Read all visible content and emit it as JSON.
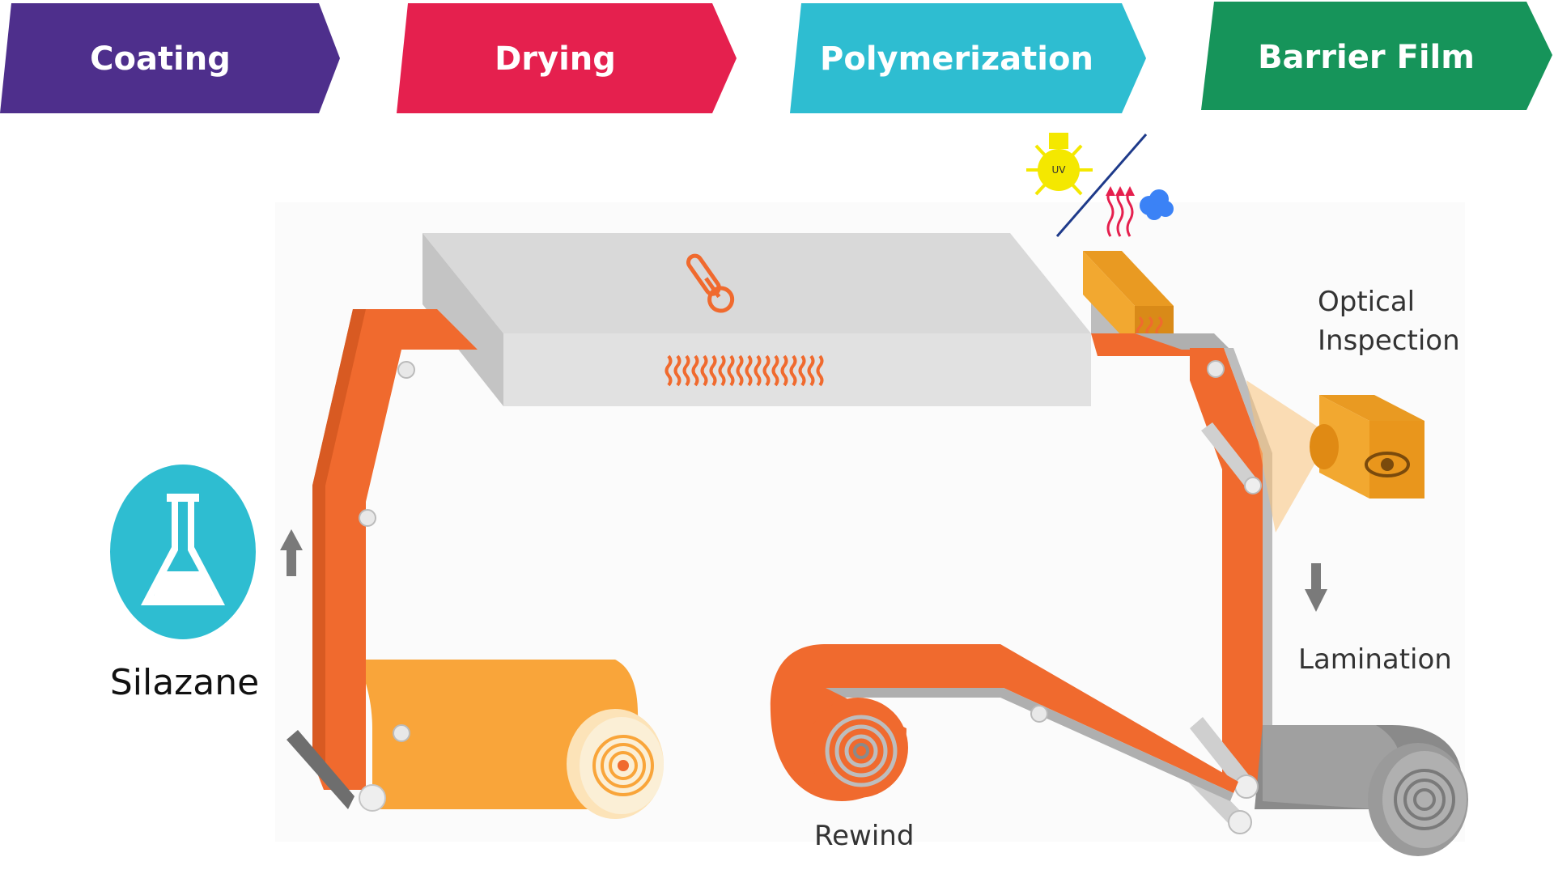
{
  "stages": [
    {
      "label": "Coating",
      "color": "#4E2F8C"
    },
    {
      "label": "Drying",
      "color": "#E5204E"
    },
    {
      "label": "Polymerization",
      "color": "#2EBDD1"
    },
    {
      "label": "Barrier Film",
      "color": "#16945A"
    }
  ],
  "labels": {
    "silazane": "Silazane",
    "optical_line1": "Optical",
    "optical_line2": "Inspection",
    "lamination": "Lamination",
    "rewind": "Rewind",
    "uv": "UV"
  },
  "colors": {
    "film_orange": "#F06A2E",
    "film_light_orange": "#F9A53A",
    "oven_gray": "#D9D9D9",
    "camera_orange": "#E99A22",
    "flask_teal": "#2EBDD1",
    "uv_yellow": "#F4E800",
    "lamination_gray": "#8A8A8A"
  }
}
